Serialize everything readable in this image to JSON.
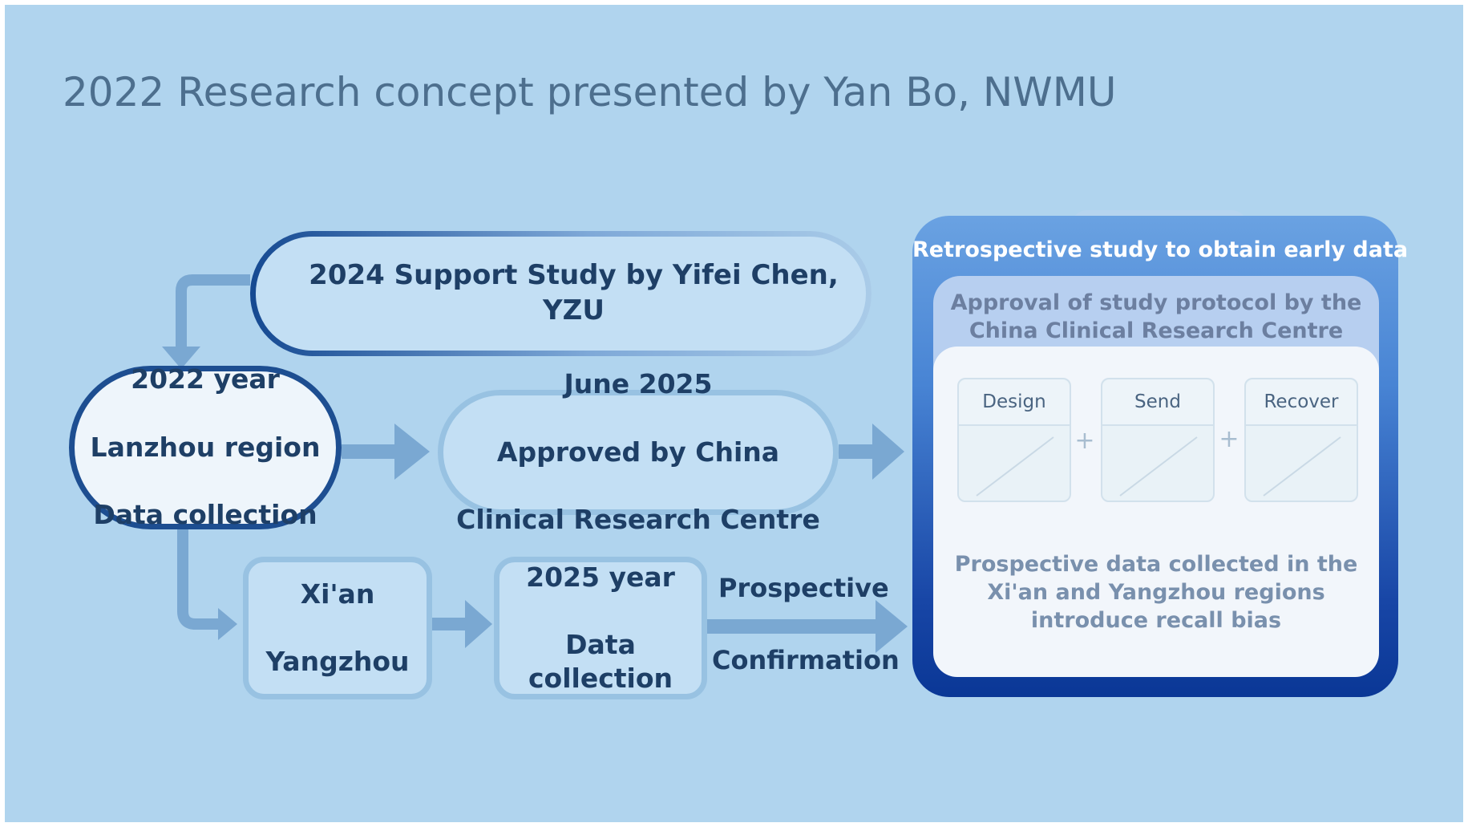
{
  "title": "2022 Research concept presented by Yan Bo, NWMU",
  "nodes": {
    "support": "2024 Support Study by Yifei Chen, YZU",
    "lanzhou": [
      "2022 year",
      "Lanzhou region",
      "Data collection"
    ],
    "june": [
      "June 2025",
      "Approved by China",
      "Clinical Research Centre"
    ],
    "xian": [
      "Xi'an",
      "Yangzhou"
    ],
    "year2025": [
      "2025 year",
      "Data collection"
    ]
  },
  "edge_labels": {
    "top": "Prospective",
    "bottom": "Confirmation"
  },
  "panel": {
    "title": "Retrospective study to obtain early data",
    "approval": "Approval of study protocol by the\nChina Clinical Research Centre",
    "steps": [
      "Design",
      "Send",
      "Recover"
    ],
    "step_separator": "+",
    "prospective_note": "Prospective data collected in the\nXi'an and Yangzhou regions\nintroduce recall bias"
  },
  "colors": {
    "background": "#b0d4ee",
    "title_text": "#4d6f8e",
    "node_text": "#1e3f66",
    "node_fill": "#c3dff4",
    "node_border": "#98c2e2",
    "highlight_border": "#1d4e91",
    "arrow": "#7aa8d2",
    "panel_top": "#6aa2e2",
    "panel_bottom": "#0a3796"
  }
}
